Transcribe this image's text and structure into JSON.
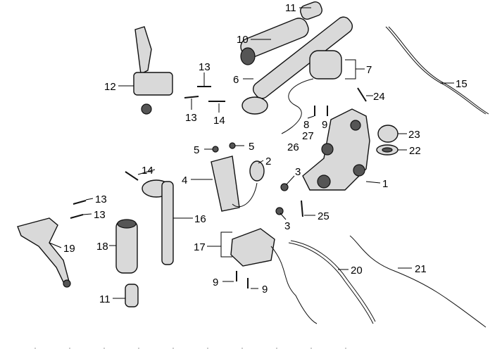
{
  "callouts": {
    "c11a": "11",
    "c10": "10",
    "c7": "7",
    "c12": "12",
    "c13a": "13",
    "c13b": "13",
    "c14a": "14",
    "c6": "6",
    "c24": "24",
    "c15": "15",
    "c8": "8",
    "c9a": "9",
    "c27": "27",
    "c23": "23",
    "c22": "22",
    "c26": "26",
    "c5a": "5",
    "c5b": "5",
    "c2": "2",
    "c14b": "14",
    "c4": "4",
    "c3a": "3",
    "c1": "1",
    "c13c": "13",
    "c13d": "13",
    "c16": "16",
    "c25": "25",
    "c3b": "3",
    "c19": "19",
    "c18": "18",
    "c17": "17",
    "c20": "20",
    "c21": "21",
    "c9b": "9",
    "c9c": "9",
    "c11b": "11"
  }
}
